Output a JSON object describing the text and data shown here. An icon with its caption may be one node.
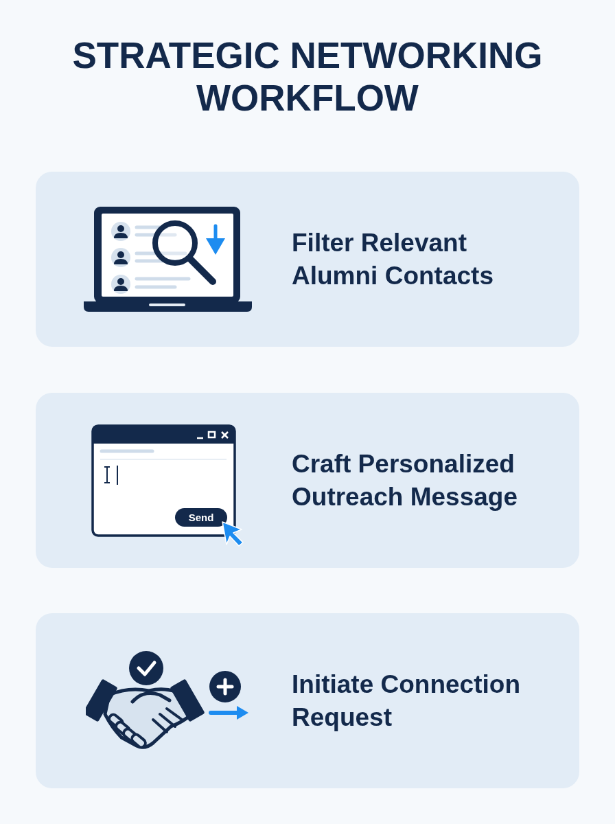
{
  "diagram": {
    "title": "STRATEGIC NETWORKING WORKFLOW",
    "nodes": [
      {
        "text": [
          "Filter Relevant Alumni Contacts"
        ]
      },
      {
        "text": [
          "Craft Personalized Outreach Message"
        ]
      },
      {
        "text": [
          "Initiate Connection Request"
        ]
      }
    ],
    "labels": [
      "Send"
    ]
  }
}
